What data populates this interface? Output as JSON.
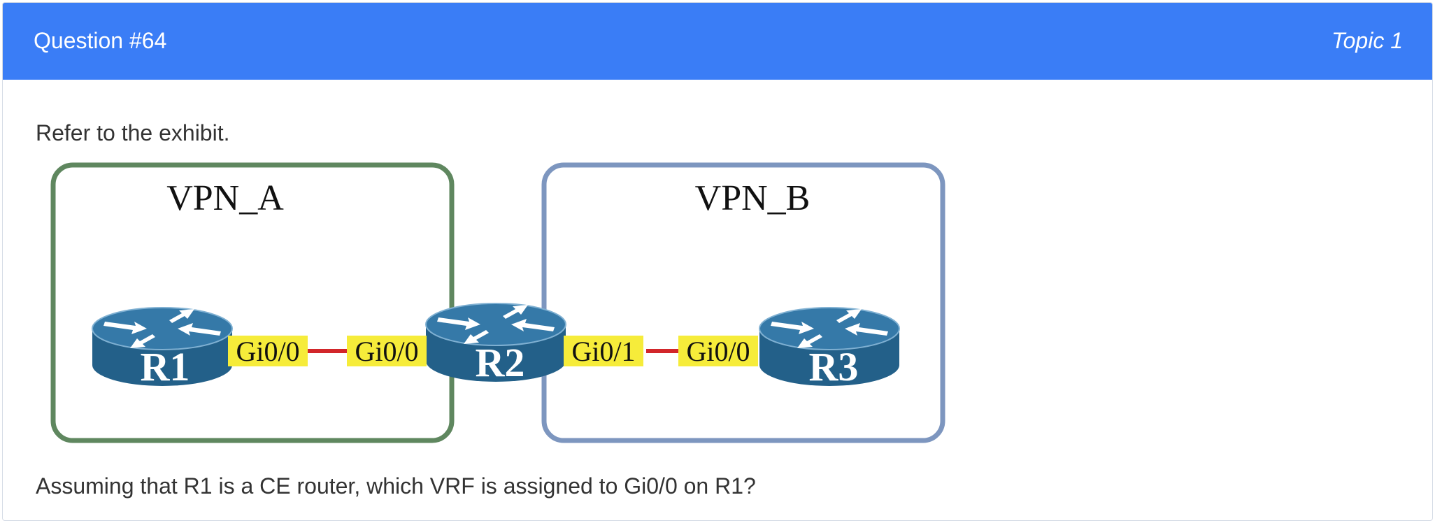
{
  "header": {
    "title": "Question #64",
    "topic": "Topic 1"
  },
  "body": {
    "prompt": "Refer to the exhibit.",
    "question": "Assuming that R1 is a CE router, which VRF is assigned to Gi0/0 on R1?"
  },
  "exhibit": {
    "vpn_a_label": "VPN_A",
    "vpn_b_label": "VPN_B",
    "routers": {
      "r1": "R1",
      "r2": "R2",
      "r3": "R3"
    },
    "interfaces": {
      "r1_gi": "Gi0/0",
      "r2_left_gi": "Gi0/0",
      "r2_right_gi": "Gi0/1",
      "r3_gi": "Gi0/0"
    },
    "colors": {
      "header_bg": "#3a7df6",
      "vpn_a_border": "#5f875f",
      "vpn_b_border": "#7d96bf",
      "link": "#d2262a",
      "interface_label_bg": "#f6ec3a",
      "router_body": "#2a6a95"
    },
    "icons": [
      "router-icon"
    ]
  }
}
